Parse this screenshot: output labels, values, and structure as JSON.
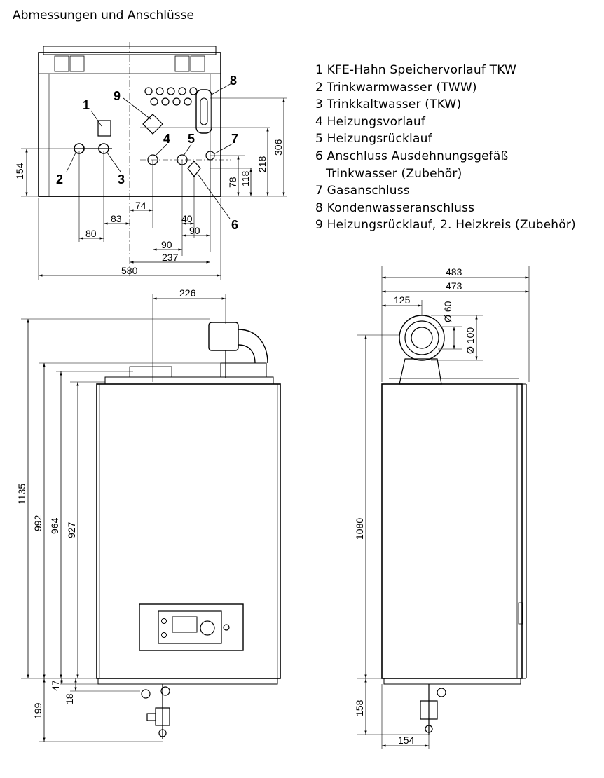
{
  "title": "Abmessungen und Anschlüsse",
  "legend": [
    "1 KFE-Hahn Speichervorlauf TKW",
    "2 Trinkwarmwasser (TWW)",
    "3 Trinkkaltwasser (TKW)",
    "4 Heizungsvorlauf",
    "5 Heizungsrücklauf",
    "6 Anschluss Ausdehnungsgefäß",
    "Trinkwasser (Zubehör)",
    "7 Gasanschluss",
    "8 Kondenwasseranschluss",
    "9 Heizungsrücklauf, 2. Heizkreis (Zubehör)"
  ],
  "top_view": {
    "numbers": [
      "1",
      "2",
      "3",
      "4",
      "5",
      "6",
      "7",
      "8",
      "9"
    ],
    "dims": [
      "154",
      "74",
      "83",
      "80",
      "40",
      "90",
      "90",
      "237",
      "580",
      "78",
      "118",
      "218",
      "306"
    ]
  },
  "front_view": {
    "dims": [
      "226",
      "1135",
      "992",
      "964",
      "927",
      "47",
      "18",
      "199"
    ]
  },
  "side_view": {
    "dims": [
      "483",
      "473",
      "125",
      "Ø 60",
      "Ø 100",
      "1080",
      "158",
      "154"
    ]
  }
}
